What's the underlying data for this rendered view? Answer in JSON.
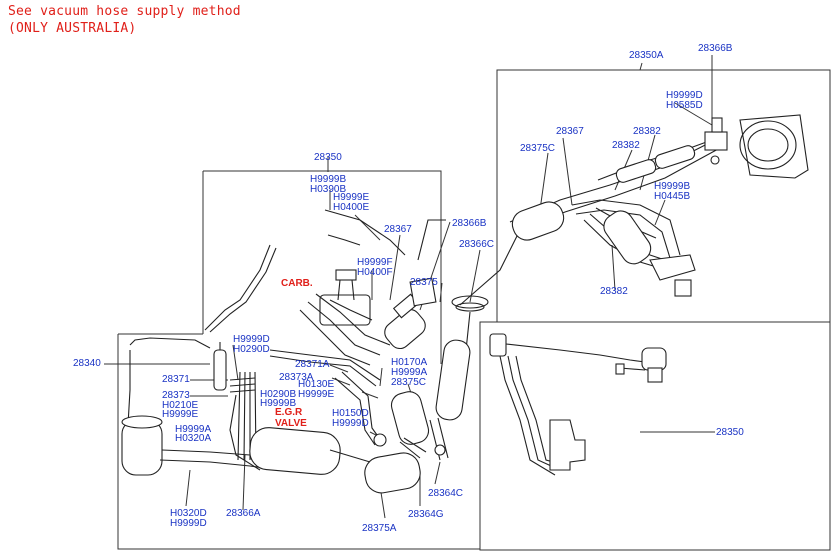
{
  "note": {
    "line1": "See vacuum hose supply method",
    "line2": "(ONLY AUSTRALIA)"
  },
  "colors": {
    "label": "#1a33c4",
    "note": "#e0201a",
    "line": "#333333"
  },
  "callouts": {
    "c28350_top": "28350",
    "c28350A": "28350A",
    "c28366B_top": "28366B",
    "c28366B_mid": "28366B",
    "c28367_right": "28367",
    "c28367_mid": "28367",
    "c28382_a": "28382",
    "c28382_b": "28382",
    "c28382_c": "28382",
    "c28375C_right": "28375C",
    "c28375C_left": "28375C",
    "c28366C": "28366C",
    "c28375": "28375",
    "c28340": "28340",
    "c28371": "28371",
    "c28373": "28373",
    "c28371A": "28371A",
    "c28373A": "28373A",
    "c28350_right": "28350",
    "c28364C": "28364C",
    "c28364G": "28364G",
    "c28375A": "28375A",
    "c28366A": "28366A",
    "hA1": "H9999D",
    "hA2": "H0585D",
    "hB1": "H9999B",
    "hB2": "H0445B",
    "hC1": "H9999B",
    "hC2": "H0390B",
    "hD1": "H9999E",
    "hD2": "H0400E",
    "hE1": "H9999F",
    "hE2": "H0400F",
    "hF1": "H9999D",
    "hF2": "H0290D",
    "hG1": "H0210E",
    "hG2": "H9999E",
    "hH1": "H0290B",
    "hH2": "H9999B",
    "hI1": "H0130E",
    "hI2": "H9999E",
    "hJ1": "H0170A",
    "hJ2": "H9999A",
    "hK1": "H0150D",
    "hK2": "H9999D",
    "hL1": "H9999A",
    "hL2": "H0320A",
    "hM1": "H0320D",
    "hM2": "H9999D"
  },
  "red_labels": {
    "carb": "CARB.",
    "egr1": "E.G.R",
    "egr2": "VALVE"
  }
}
